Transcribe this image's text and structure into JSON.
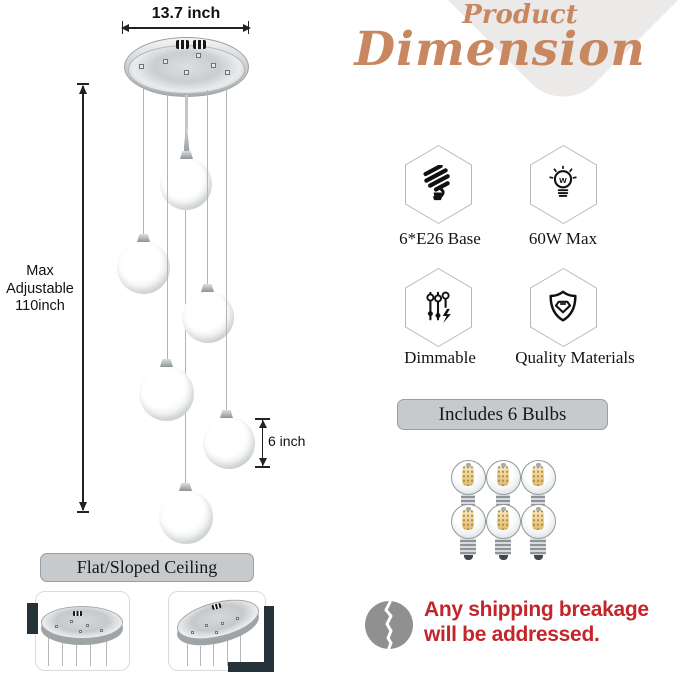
{
  "title": {
    "line1": "Product",
    "line2": "Dimension",
    "color": "#c9875f"
  },
  "dims": {
    "width": "13.7 inch",
    "max_lines": [
      "Max",
      "Adjustable",
      "110inch"
    ],
    "spacing": "6 inch"
  },
  "features": [
    {
      "icon": "cfl-bulb-icon",
      "label": "6*E26 Base"
    },
    {
      "icon": "bulb-watt-icon",
      "label": "60W Max"
    },
    {
      "icon": "dimmer-sliders-icon",
      "label": "Dimmable"
    },
    {
      "icon": "shield-gem-icon",
      "label": "Quality Materials"
    }
  ],
  "includes": {
    "label": "Includes 6 Bulbs",
    "bulb_count": 6,
    "bulb_rows": 2,
    "bulb_cols": 3
  },
  "ceiling": {
    "label": "Flat/Sloped Ceiling",
    "variants": [
      "flat",
      "sloped"
    ]
  },
  "shipping": {
    "icon": "cracked-circle-icon",
    "line1": "Any shipping breakage",
    "line2": "will be addressed.",
    "text_color": "#c3262a"
  },
  "fixture": {
    "globe_count": 6,
    "style": "white glass globe pendants on silver canopy"
  },
  "colors": {
    "accent_title": "#c9875f",
    "button_fill": "#c6cacd",
    "button_border": "#999ea3",
    "background_shape": "#ece9e9",
    "metal": "#c4c8ca",
    "shipping_icon": "#909090"
  }
}
